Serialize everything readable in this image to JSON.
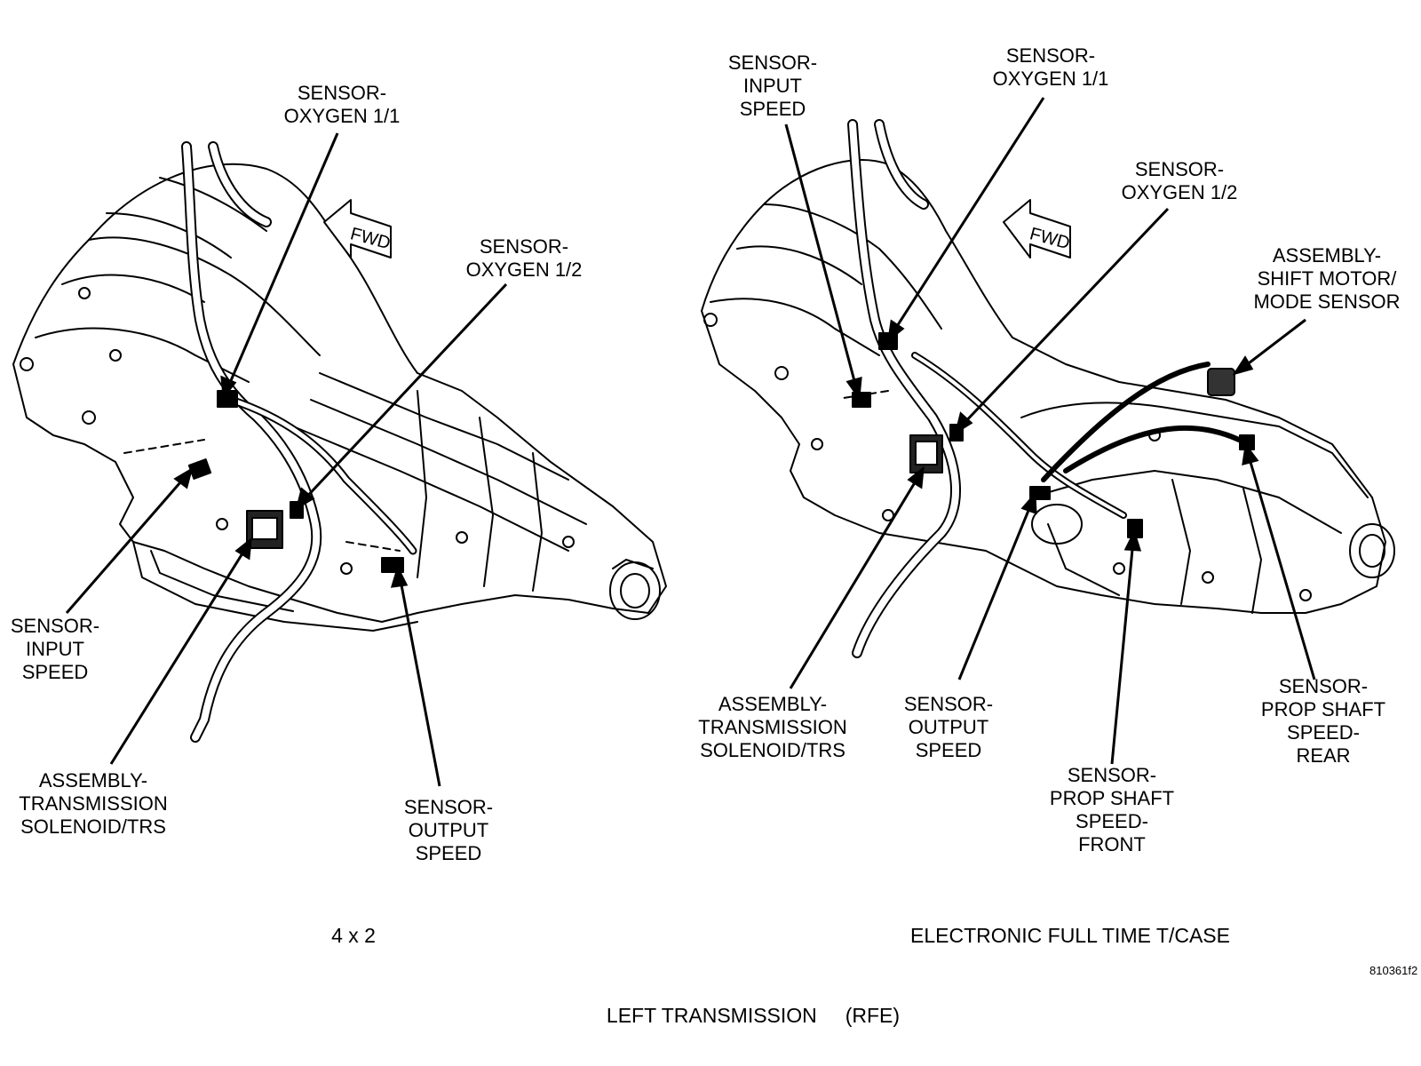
{
  "left_view": {
    "caption": "4 x 2",
    "fwd": "FWD",
    "labels": [
      {
        "id": "o2-11",
        "lines": [
          "SENSOR-",
          "OXYGEN 1/1"
        ]
      },
      {
        "id": "o2-12",
        "lines": [
          "SENSOR-",
          "OXYGEN 1/2"
        ]
      },
      {
        "id": "input-speed",
        "lines": [
          "SENSOR-",
          "INPUT",
          "SPEED"
        ]
      },
      {
        "id": "solenoid",
        "lines": [
          "ASSEMBLY-",
          "TRANSMISSION",
          "SOLENOID/TRS"
        ]
      },
      {
        "id": "output-speed",
        "lines": [
          "SENSOR-",
          "OUTPUT",
          "SPEED"
        ]
      }
    ]
  },
  "right_view": {
    "caption": "ELECTRONIC FULL TIME T/CASE",
    "fwd": "FWD",
    "labels": [
      {
        "id": "input-speed",
        "lines": [
          "SENSOR-",
          "INPUT",
          "SPEED"
        ]
      },
      {
        "id": "o2-11",
        "lines": [
          "SENSOR-",
          "OXYGEN 1/1"
        ]
      },
      {
        "id": "o2-12",
        "lines": [
          "SENSOR-",
          "OXYGEN 1/2"
        ]
      },
      {
        "id": "shift-motor",
        "lines": [
          "ASSEMBLY-",
          "SHIFT MOTOR/",
          "MODE SENSOR"
        ]
      },
      {
        "id": "solenoid",
        "lines": [
          "ASSEMBLY-",
          "TRANSMISSION",
          "SOLENOID/TRS"
        ]
      },
      {
        "id": "output-speed",
        "lines": [
          "SENSOR-",
          "OUTPUT",
          "SPEED"
        ]
      },
      {
        "id": "prop-front",
        "lines": [
          "SENSOR-",
          "PROP SHAFT",
          "SPEED-",
          "FRONT"
        ]
      },
      {
        "id": "prop-rear",
        "lines": [
          "SENSOR-",
          "PROP SHAFT",
          "SPEED-",
          "REAR"
        ]
      }
    ]
  },
  "figure_id": "810361f2",
  "title": "LEFT TRANSMISSION     (RFE)"
}
